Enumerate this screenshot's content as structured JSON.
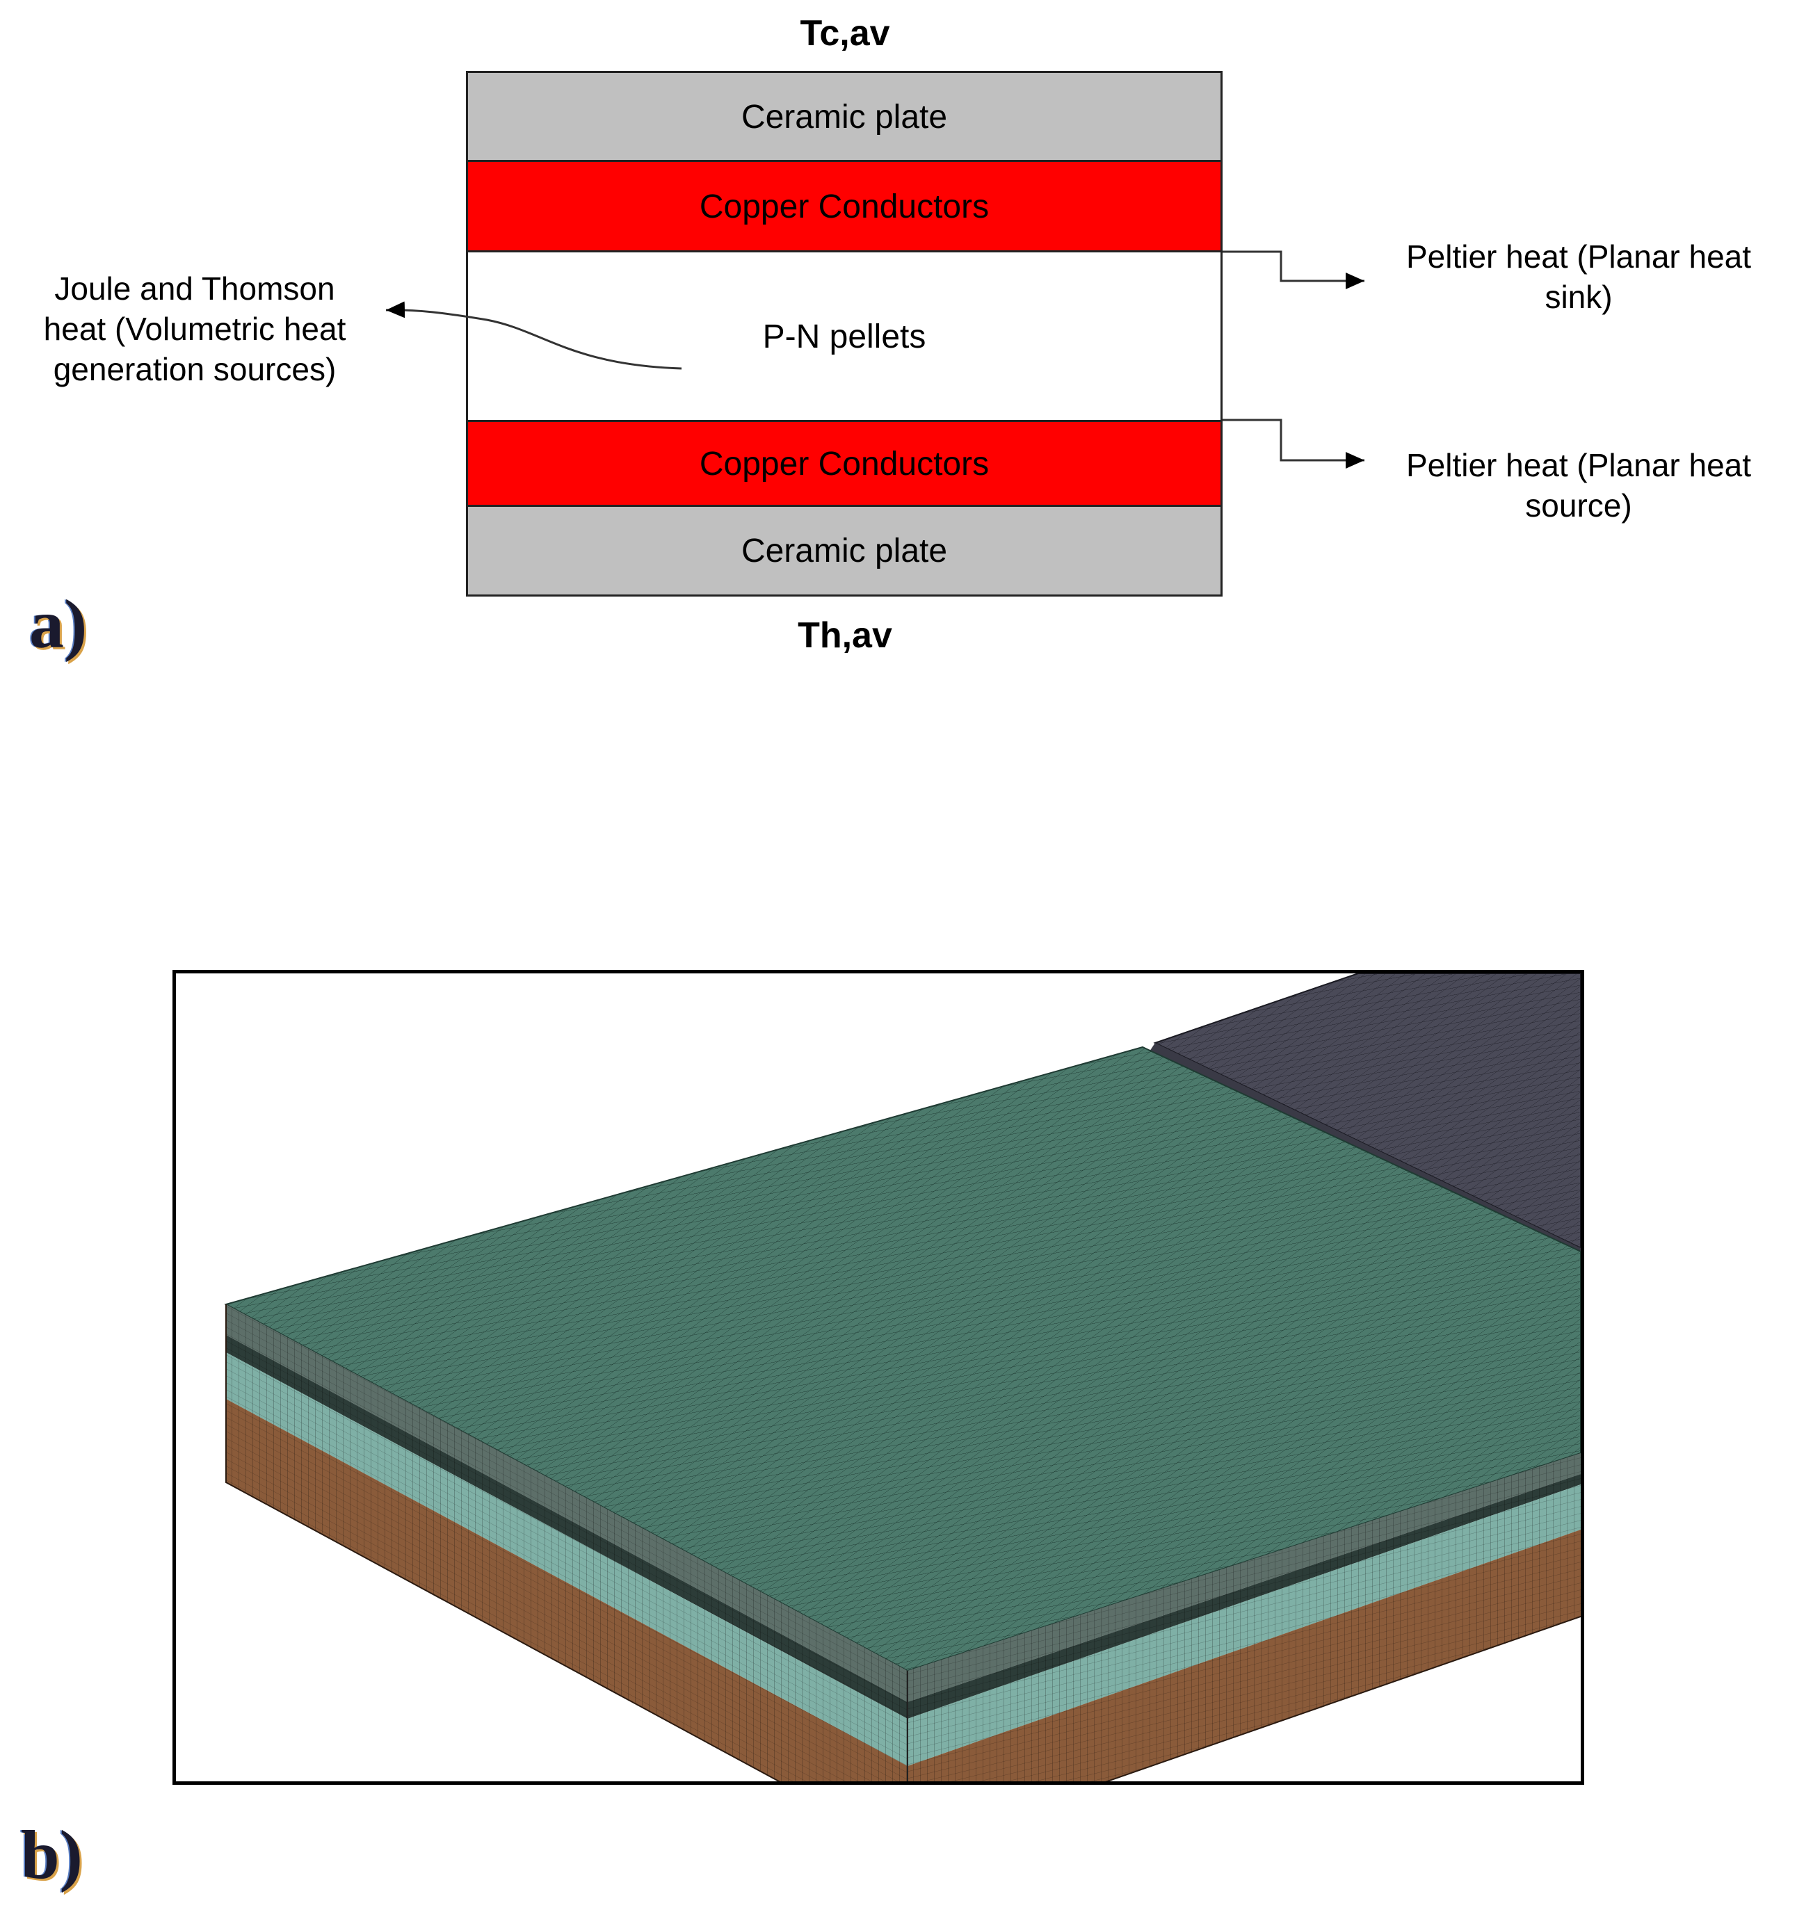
{
  "panel_a": {
    "label": "a)",
    "top_temp": "Tc,av",
    "bottom_temp": "Th,av",
    "layers": [
      {
        "name": "Ceramic plate",
        "color": "#c0c0c0"
      },
      {
        "name": "Copper Conductors",
        "color": "#ff0000"
      },
      {
        "name": "P-N pellets",
        "color": "#ffffff"
      },
      {
        "name": "Copper Conductors",
        "color": "#ff0000"
      },
      {
        "name": "Ceramic plate",
        "color": "#c0c0c0"
      }
    ],
    "annotations": {
      "joule_thomson": [
        "Joule and Thomson",
        "heat (Volumetric heat",
        "generation sources)"
      ],
      "peltier_sink": [
        "Peltier heat (Planar heat",
        "sink)"
      ],
      "peltier_source": [
        "Peltier heat (Planar heat",
        "source)"
      ]
    }
  },
  "panel_b": {
    "label": "b)",
    "colors": {
      "pellet_top": "#4c7a6c",
      "ceramic_top": "#4a4a58",
      "copper_side": "#6f7f7a",
      "pellet_side": "#7fb0a6",
      "ceramic_side": "#8a5b3a"
    }
  }
}
